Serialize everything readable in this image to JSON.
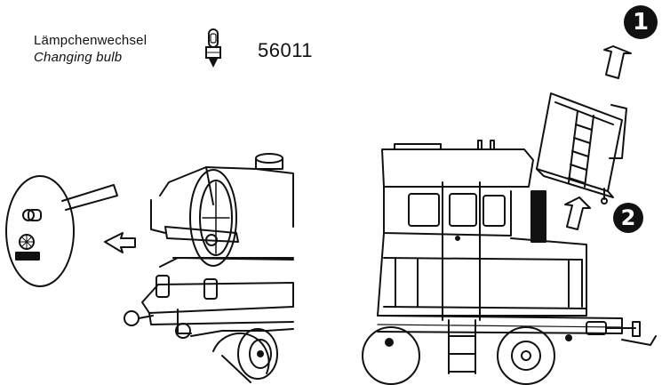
{
  "title_de": "Lämpchenwechsel",
  "title_en": "Changing bulb",
  "part_number": "56011",
  "steps": [
    "1",
    "2"
  ],
  "icons": {
    "bulb": "bulb-icon",
    "arrow": "arrow-icon"
  }
}
